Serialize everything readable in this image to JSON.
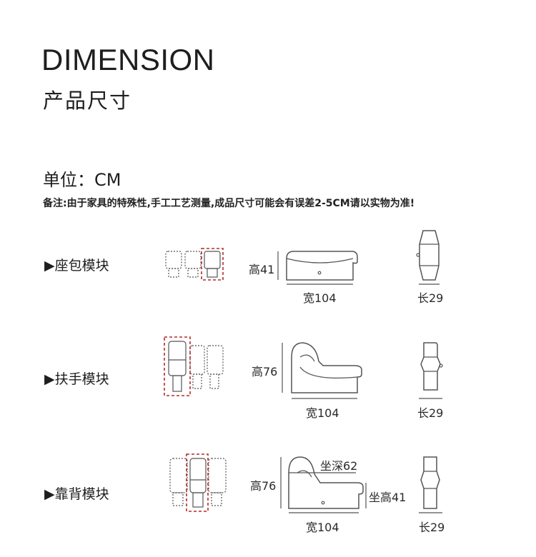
{
  "heading": {
    "english": "DIMENSION",
    "chinese": "产品尺寸"
  },
  "unit_label": "单位：CM",
  "note": "备注:由于家具的特殊性,手工工艺测量,成品尺寸可能会有误差2-5CM请以实物为准!",
  "modules": [
    {
      "label": "▶座包模块",
      "height": "高41",
      "width": "宽104",
      "length": "长29"
    },
    {
      "label": "▶扶手模块",
      "height": "高76",
      "width": "宽104",
      "length": "长29"
    },
    {
      "label": "▶靠背模块",
      "height": "高76",
      "width": "宽104",
      "length": "长29",
      "seat_depth": "坐深62",
      "seat_height": "坐高41"
    }
  ],
  "colors": {
    "highlight": "#b52a2a",
    "outline": "#555555",
    "text": "#1e1e1e"
  }
}
